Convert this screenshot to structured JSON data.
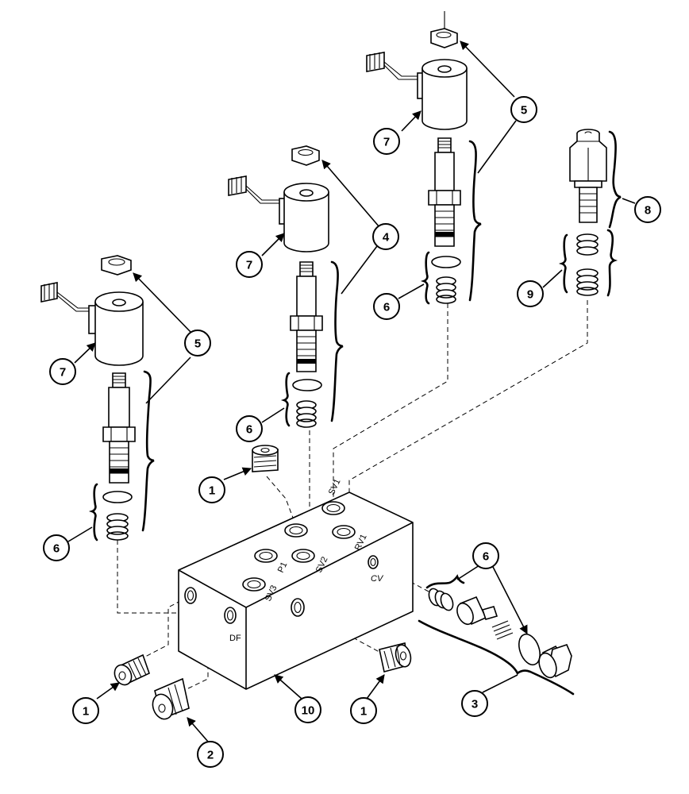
{
  "callouts": {
    "c1a": "1",
    "c1b": "1",
    "c1c": "1",
    "c2": "2",
    "c3": "3",
    "c4": "4",
    "c5a": "5",
    "c5b": "5",
    "c6a": "6",
    "c6b": "6",
    "c6c": "6",
    "c6d": "6",
    "c7a": "7",
    "c7b": "7",
    "c7c": "7",
    "c8": "8",
    "c9": "9",
    "c10": "10"
  },
  "ports": {
    "sv1": "SV1",
    "sv2": "SV2",
    "sv3": "SV3",
    "p1": "P1",
    "rv1": "RV1",
    "cv": "CV",
    "df": "DF"
  }
}
